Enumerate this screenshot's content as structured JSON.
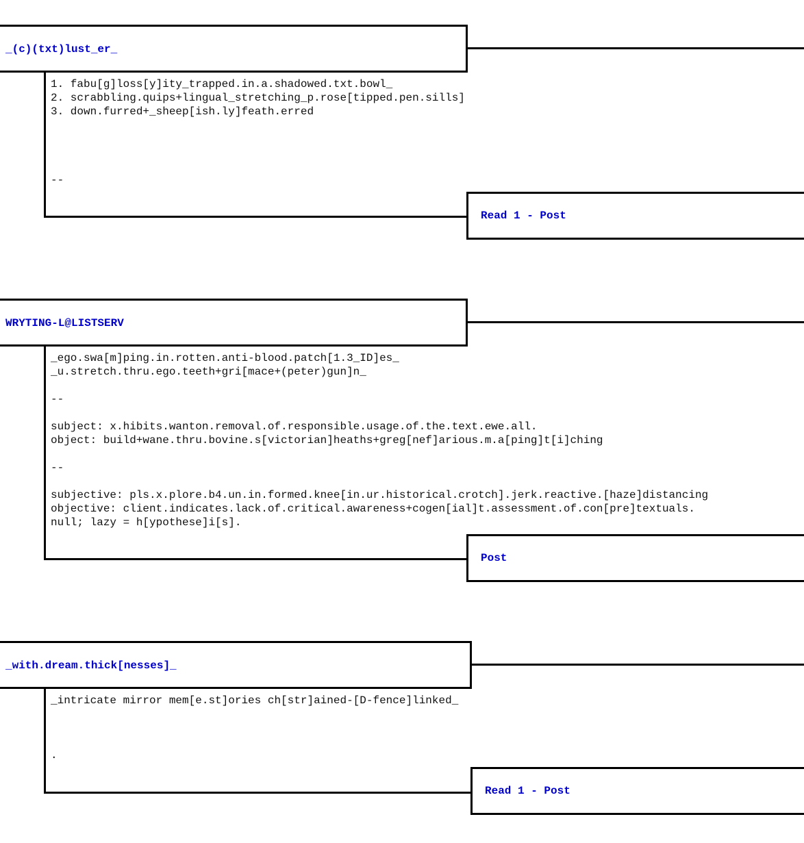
{
  "posts": [
    {
      "title": "_(c)(txt)lust_er_",
      "body": "1. fabu[g]loss[y]ity_trapped.in.a.shadowed.txt.bowl_\n2. scrabbling.quips+lingual_stretching_p.rose[tipped.pen.sills]\n3. down.furred+_sheep[ish.ly]feath.erred\n\n\n\n\n--",
      "action": "Read 1 - Post"
    },
    {
      "title": "WRYTING-L@LISTSERV",
      "body": "_ego.swa[m]ping.in.rotten.anti-blood.patch[1.3_ID]es_\n_u.stretch.thru.ego.teeth+gri[mace+(peter)gun]n_\n\n--\n\nsubject: x.hibits.wanton.removal.of.responsible.usage.of.the.text.ewe.all.\nobject: build+wane.thru.bovine.s[victorian]heaths+greg[nef]arious.m.a[ping]t[i]ching\n\n--\n\nsubjective: pls.x.plore.b4.un.in.formed.knee[in.ur.historical.crotch].jerk.reactive.[haze]distancing\nobjective: client.indicates.lack.of.critical.awareness+cogen[ial]t.assessment.of.con[pre]textuals.\nnull; lazy = h[ypothese]i[s].",
      "action": "Post"
    },
    {
      "title": "_with.dream.thick[nesses]_",
      "body": "_intricate mirror mem[e.st]ories ch[str]ained-[D-fence]linked_\n\n\n\n.",
      "action": "Read 1 - Post"
    }
  ]
}
